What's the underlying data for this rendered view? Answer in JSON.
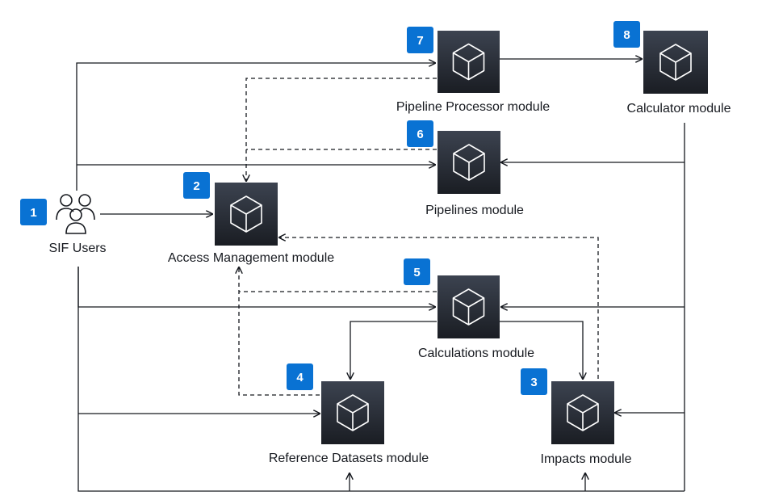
{
  "users": {
    "label": "SIF Users",
    "badge": "1",
    "icon": "users-icon"
  },
  "modules": {
    "access_management": {
      "label": "Access Management module",
      "badge": "2"
    },
    "impacts": {
      "label": "Impacts module",
      "badge": "3"
    },
    "reference_datasets": {
      "label": "Reference Datasets module",
      "badge": "4"
    },
    "calculations": {
      "label": "Calculations module",
      "badge": "5"
    },
    "pipelines": {
      "label": "Pipelines module",
      "badge": "6"
    },
    "pipeline_processor": {
      "label": "Pipeline Processor module",
      "badge": "7"
    },
    "calculator": {
      "label": "Calculator module",
      "badge": "8"
    }
  },
  "colors": {
    "badge": "#0972d3",
    "module_top": "#3c4350",
    "module_bottom": "#1a1d23",
    "lines": "#16191f"
  },
  "module_icon": "cube-icon"
}
